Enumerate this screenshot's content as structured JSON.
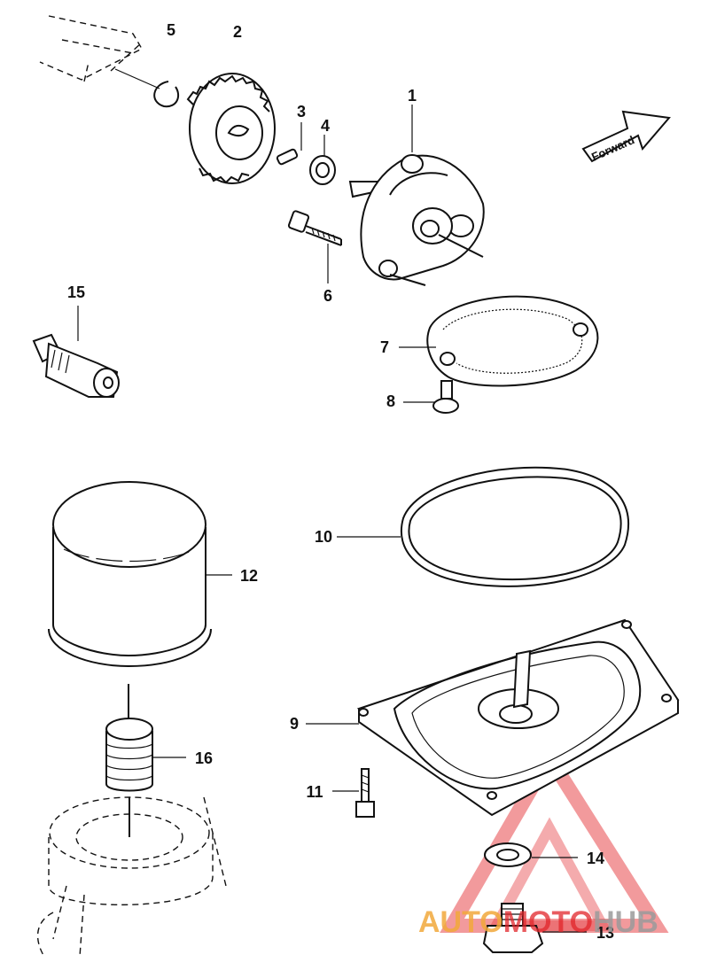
{
  "diagram": {
    "callouts": [
      {
        "id": "1",
        "label": "1"
      },
      {
        "id": "2",
        "label": "2"
      },
      {
        "id": "3",
        "label": "3"
      },
      {
        "id": "4",
        "label": "4"
      },
      {
        "id": "5",
        "label": "5"
      },
      {
        "id": "6",
        "label": "6"
      },
      {
        "id": "7",
        "label": "7"
      },
      {
        "id": "8",
        "label": "8"
      },
      {
        "id": "9",
        "label": "9"
      },
      {
        "id": "10",
        "label": "10"
      },
      {
        "id": "11",
        "label": "11"
      },
      {
        "id": "12",
        "label": "12"
      },
      {
        "id": "13",
        "label": "13"
      },
      {
        "id": "14",
        "label": "14"
      },
      {
        "id": "15",
        "label": "15"
      },
      {
        "id": "16",
        "label": "16"
      }
    ],
    "direction_arrow": {
      "label": "Forward"
    }
  },
  "watermark": {
    "part1": "AUTO",
    "part2": "MOTO",
    "part3": "HUB",
    "colors": {
      "orange": "#f2a93b",
      "red": "#e2262b",
      "gray": "#9b9b9b"
    }
  }
}
